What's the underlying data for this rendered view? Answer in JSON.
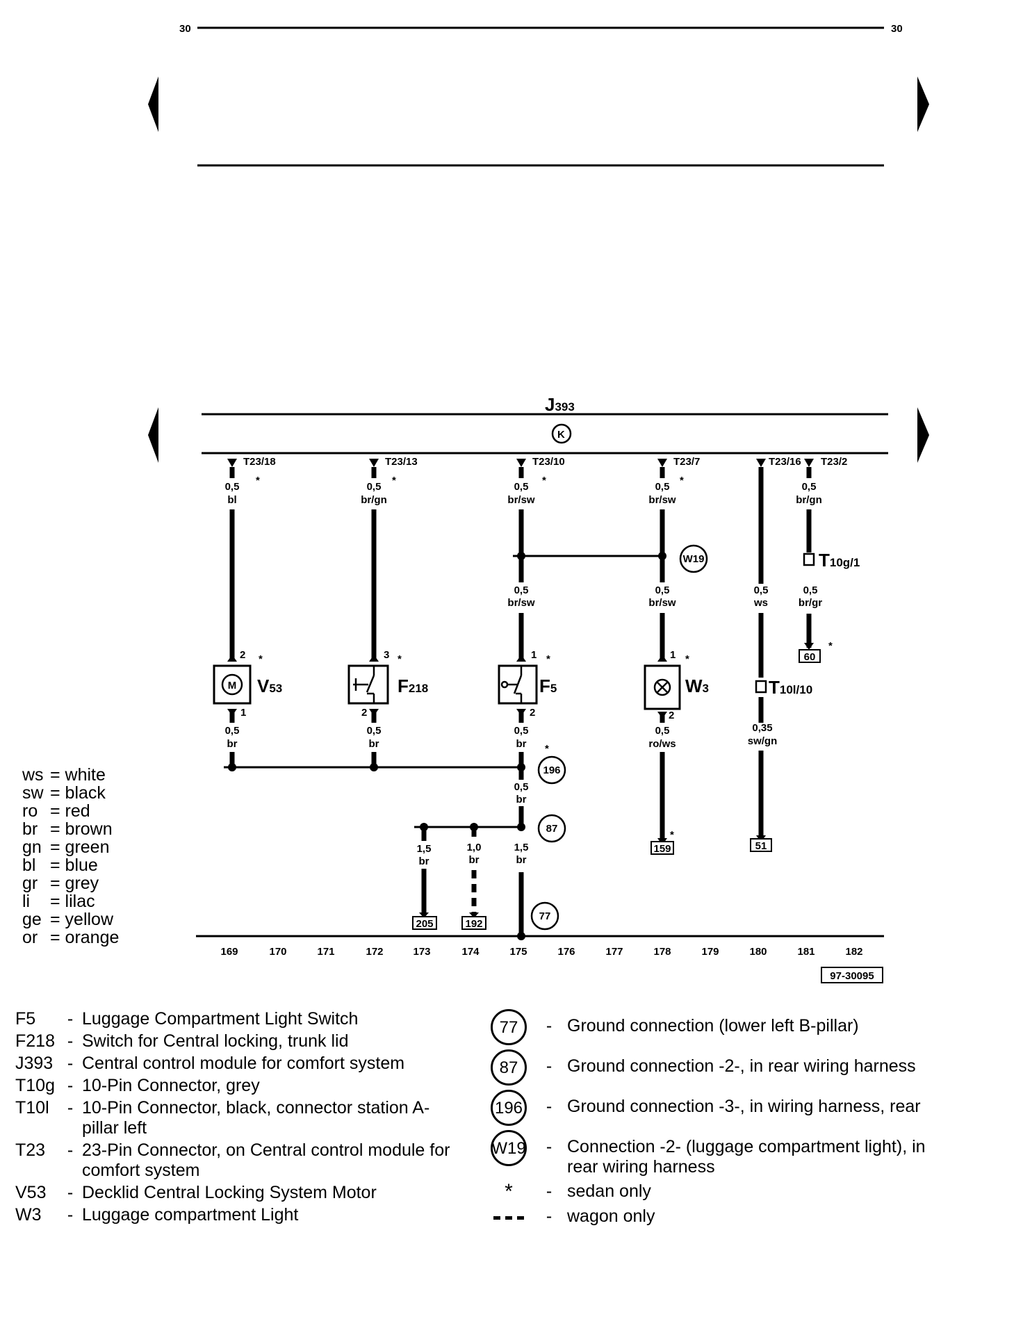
{
  "page": {
    "number_left": "30",
    "number_right": "30",
    "figure_id": "97-30095"
  },
  "module": {
    "name": "J",
    "sub": "393",
    "symbol": "K"
  },
  "connectors": [
    {
      "pin": "T23/18",
      "wire_gauge": "0,5",
      "wire_color": "bl",
      "star": true
    },
    {
      "pin": "T23/13",
      "wire_gauge": "0,5",
      "wire_color": "br/gn",
      "star": true
    },
    {
      "pin": "T23/10",
      "wire_gauge": "0,5",
      "wire_color": "br/sw",
      "star": true
    },
    {
      "pin": "T23/7",
      "wire_gauge": "0,5",
      "wire_color": "br/sw",
      "star": true
    },
    {
      "pin": "T23/16",
      "wire_gauge": "",
      "wire_color": "",
      "star": false
    },
    {
      "pin": "T23/2",
      "wire_gauge": "0,5",
      "wire_color": "br/gn",
      "star": false
    }
  ],
  "wires": {
    "f5_in": {
      "gauge": "0,5",
      "color": "br/sw"
    },
    "w3_in": {
      "gauge": "0,5",
      "color": "br/sw"
    },
    "t23_16": {
      "gauge": "0,5",
      "color": "ws"
    },
    "t23_2_low": {
      "gauge": "0,5",
      "color": "br/gr"
    },
    "v53_out": {
      "gauge": "0,5",
      "color": "br"
    },
    "f218_out": {
      "gauge": "0,5",
      "color": "br"
    },
    "f5_out": {
      "gauge": "0,5",
      "color": "br"
    },
    "w3_out": {
      "gauge": "0,5",
      "color": "ro/ws"
    },
    "t10l_out": {
      "gauge": "0,35",
      "color": "sw/gn"
    },
    "to87": {
      "gauge": "0,5",
      "color": "br"
    },
    "w205": {
      "gauge": "1,5",
      "color": "br"
    },
    "w192": {
      "gauge": "1,0",
      "color": "br"
    },
    "w77": {
      "gauge": "1,5",
      "color": "br"
    }
  },
  "components": {
    "v53": {
      "name": "V",
      "sub": "53",
      "symbol": "M",
      "pin_top": "2",
      "pin_bottom": "1"
    },
    "f218": {
      "name": "F",
      "sub": "218",
      "pin_top": "3",
      "pin_bottom": "2"
    },
    "f5": {
      "name": "F",
      "sub": "5",
      "pin_top": "1",
      "pin_bottom": "2"
    },
    "w3": {
      "name": "W",
      "sub": "3",
      "pin_top": "1",
      "pin_bottom": "2"
    },
    "t10l": {
      "name": "T",
      "sub": "10l/10"
    },
    "t10g": {
      "name": "T",
      "sub": "10g/1"
    }
  },
  "junctions": {
    "w19": "W19",
    "g196": "196",
    "g87": "87",
    "g77": "77"
  },
  "refs": {
    "r60": "60",
    "r159": "159",
    "r51": "51",
    "r205": "205",
    "r192": "192"
  },
  "star": "*",
  "tracks": [
    "169",
    "170",
    "171",
    "172",
    "173",
    "174",
    "175",
    "176",
    "177",
    "178",
    "179",
    "180",
    "181",
    "182"
  ],
  "color_codes": [
    {
      "code": "ws",
      "meaning": "= white"
    },
    {
      "code": "sw",
      "meaning": "= black"
    },
    {
      "code": "ro",
      "meaning": "= red"
    },
    {
      "code": "br",
      "meaning": "= brown"
    },
    {
      "code": "gn",
      "meaning": "= green"
    },
    {
      "code": "bl",
      "meaning": "= blue"
    },
    {
      "code": "gr",
      "meaning": "= grey"
    },
    {
      "code": "li",
      "meaning": "= lilac"
    },
    {
      "code": "ge",
      "meaning": "= yellow"
    },
    {
      "code": "or",
      "meaning": "= orange"
    }
  ],
  "legend_left": [
    {
      "key": "F5",
      "desc": "Luggage Compartment Light Switch"
    },
    {
      "key": "F218",
      "desc": "Switch for Central locking, trunk lid"
    },
    {
      "key": "J393",
      "desc": "Central control module for comfort system"
    },
    {
      "key": "T10g",
      "desc": "10-Pin Connector, grey"
    },
    {
      "key": "T10l",
      "desc": "10-Pin Connector, black, connector station A-pillar left"
    },
    {
      "key": "T23",
      "desc": "23-Pin Connector, on Central control module for comfort system"
    },
    {
      "key": "V53",
      "desc": "Decklid Central Locking System Motor"
    },
    {
      "key": "W3",
      "desc": "Luggage compartment Light"
    }
  ],
  "legend_right": [
    {
      "symbol": "77",
      "desc": "Ground connection (lower left B-pillar)"
    },
    {
      "symbol": "87",
      "desc": "Ground connection -2-, in rear wiring harness"
    },
    {
      "symbol": "196",
      "desc": "Ground connection -3-, in wiring harness, rear"
    },
    {
      "symbol": "W19",
      "desc": "Connection -2- (luggage compartment light), in rear wiring harness"
    }
  ],
  "legend_notes": [
    {
      "symbol": "*",
      "desc": "sedan only"
    },
    {
      "symbol": "dashed-line",
      "desc": "wagon only"
    }
  ],
  "dash_sep": "-"
}
